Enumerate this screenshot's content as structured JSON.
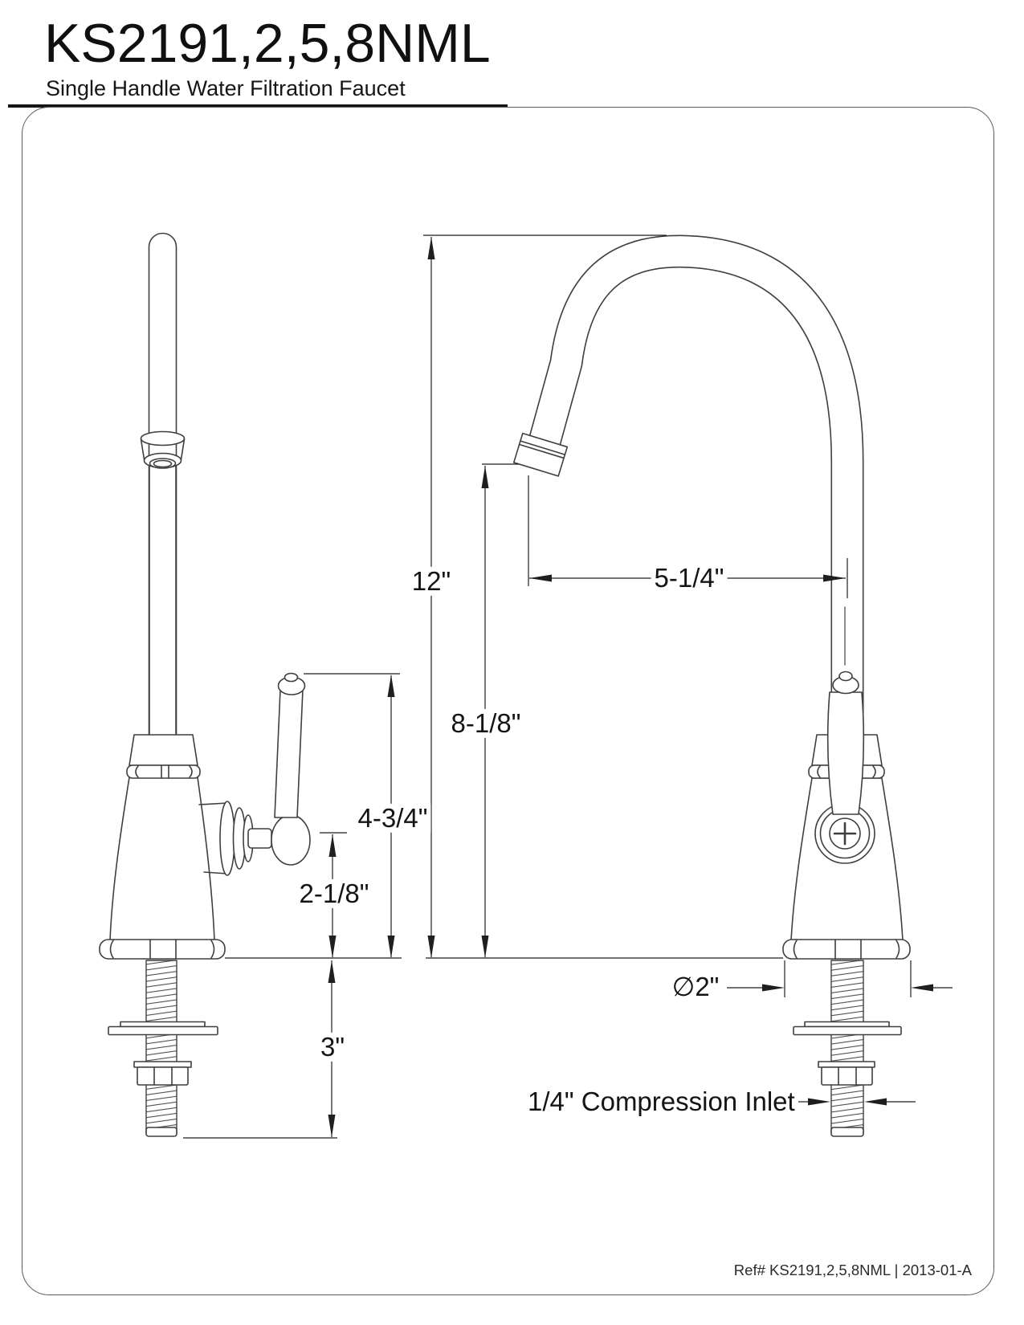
{
  "title": {
    "model": "KS2191,2,5,8NML",
    "subtitle": "Single Handle Water Filtration Faucet"
  },
  "dimensions": {
    "overall_height": "12\"",
    "spout_outlet_height": "8-1/8\"",
    "spout_reach": "5-1/4\"",
    "handle_height": "4-3/4\"",
    "valve_center_height": "2-1/8\"",
    "shank_length": "3\"",
    "base_diameter": "∅2\"",
    "inlet_note": "1/4\" Compression Inlet"
  },
  "footer": {
    "reference": "Ref# KS2191,2,5,8NML | 2013-01-A"
  }
}
